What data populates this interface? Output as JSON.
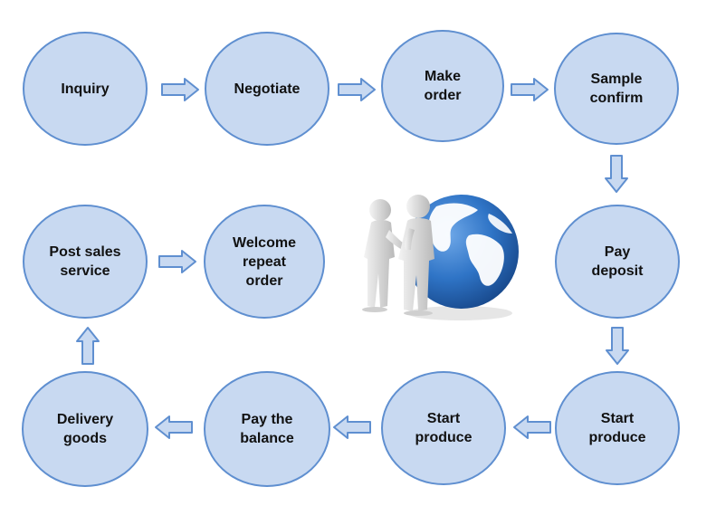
{
  "flow": {
    "steps": [
      {
        "id": "inquiry",
        "lines": [
          "Inquiry"
        ]
      },
      {
        "id": "negotiate",
        "lines": [
          "Negotiate"
        ]
      },
      {
        "id": "make-order",
        "lines": [
          "Make",
          "order"
        ]
      },
      {
        "id": "sample-confirm",
        "lines": [
          "Sample",
          "confirm"
        ]
      },
      {
        "id": "pay-deposit",
        "lines": [
          "Pay",
          "deposit"
        ]
      },
      {
        "id": "start-produce-1",
        "lines": [
          "Start",
          "produce"
        ]
      },
      {
        "id": "start-produce-2",
        "lines": [
          "Start",
          "produce"
        ]
      },
      {
        "id": "pay-balance",
        "lines": [
          "Pay the",
          "balance"
        ]
      },
      {
        "id": "delivery-goods",
        "lines": [
          "Delivery",
          "goods"
        ]
      },
      {
        "id": "post-sales-service",
        "lines": [
          "Post sales",
          "service"
        ]
      },
      {
        "id": "welcome-repeat-order",
        "lines": [
          "Welcome",
          "repeat",
          "order"
        ]
      }
    ],
    "connectors": [
      {
        "from": "inquiry",
        "to": "negotiate",
        "direction": "right"
      },
      {
        "from": "negotiate",
        "to": "make-order",
        "direction": "right"
      },
      {
        "from": "make-order",
        "to": "sample-confirm",
        "direction": "right"
      },
      {
        "from": "sample-confirm",
        "to": "pay-deposit",
        "direction": "down"
      },
      {
        "from": "pay-deposit",
        "to": "start-produce-1",
        "direction": "down"
      },
      {
        "from": "start-produce-1",
        "to": "start-produce-2",
        "direction": "left"
      },
      {
        "from": "start-produce-2",
        "to": "pay-balance",
        "direction": "left"
      },
      {
        "from": "pay-balance",
        "to": "delivery-goods",
        "direction": "left"
      },
      {
        "from": "delivery-goods",
        "to": "post-sales-service",
        "direction": "up"
      },
      {
        "from": "post-sales-service",
        "to": "welcome-repeat-order",
        "direction": "right"
      }
    ]
  },
  "colors": {
    "node_fill": "#c8d9f1",
    "node_border": "#5f8fd0",
    "arrow_fill": "#c8d9f1",
    "arrow_border": "#5f8fd0",
    "globe_ocean": "#2f74c6",
    "globe_land": "#ffffff"
  },
  "illustration": {
    "icon": "handshake-globe-icon"
  }
}
